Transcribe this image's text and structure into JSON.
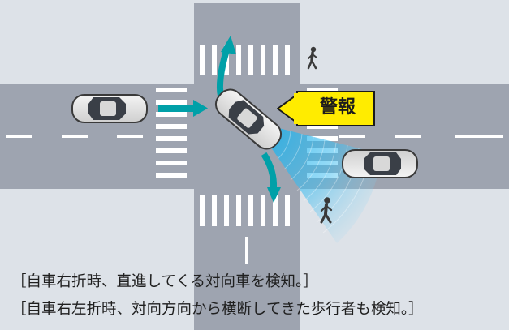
{
  "warning": {
    "label": "警報"
  },
  "caption": {
    "line1": "［自車右折時、直進してくる対向車を検知。］",
    "line2": "［自車右左折時、対向方向から横断してきた歩行者も検知。］"
  },
  "colors": {
    "background": "#dde2e8",
    "road": "#9ea4b0",
    "lane_marking": "#ffffff",
    "arrow": "#00a0a8",
    "warning_fill": "#ffec00",
    "warning_outline": "#1a1a1a",
    "sensor_fan": "#1aaee8",
    "pedestrian": "#3a3a3a"
  },
  "icons": {
    "pedestrian_top": "pedestrian-icon",
    "pedestrian_bottom": "pedestrian-icon",
    "left_car": "car-icon",
    "ego_car": "car-icon",
    "oncoming_car": "car-icon"
  }
}
